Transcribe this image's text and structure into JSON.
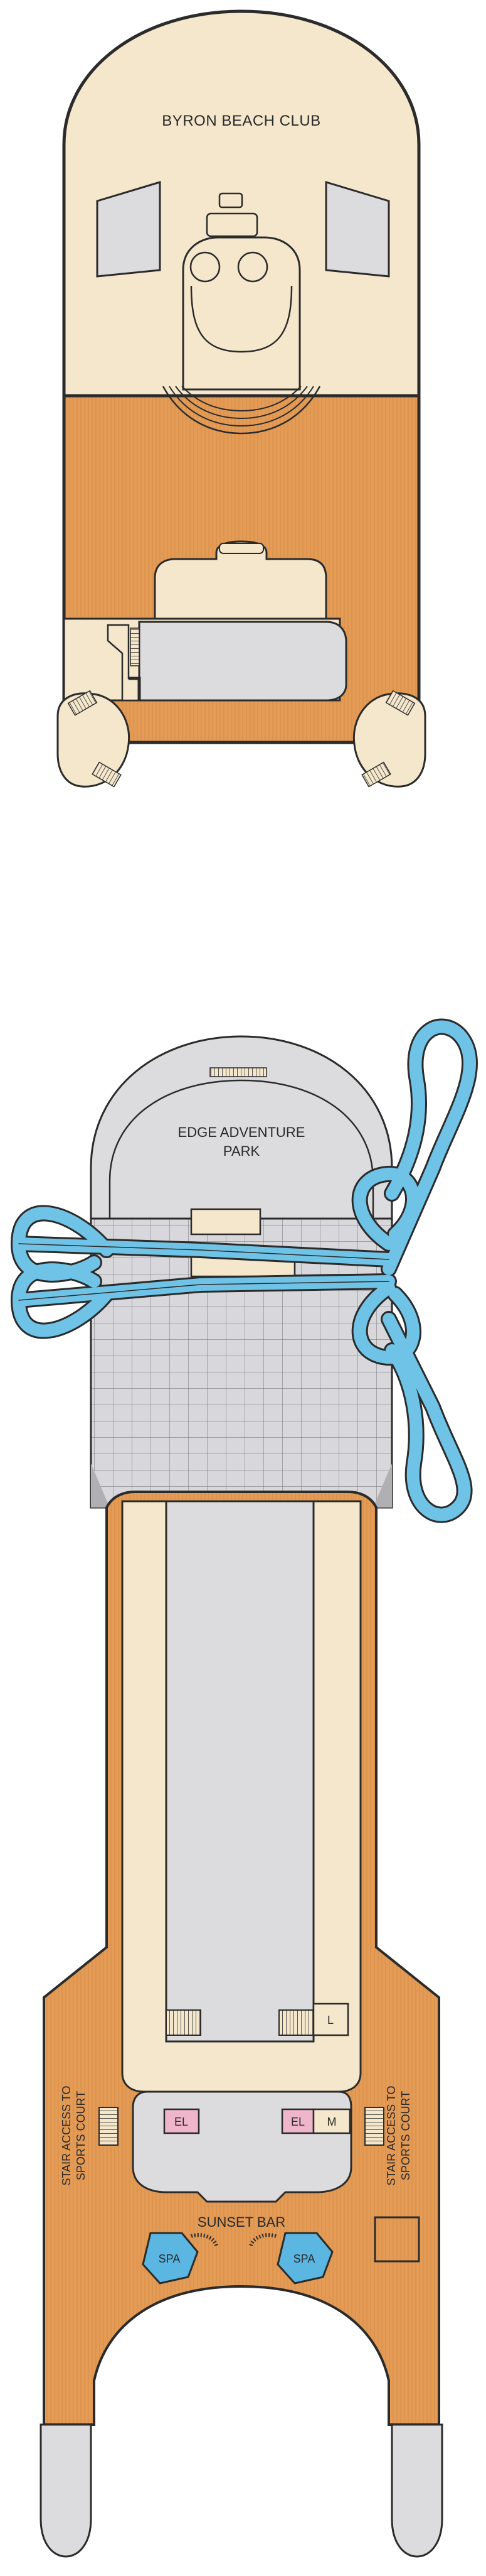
{
  "deck_upper": {
    "venue_label": "BYRON BEACH CLUB"
  },
  "deck_lower": {
    "park_label_line1": "EDGE ADVENTURE",
    "park_label_line2": "PARK",
    "sunset_bar_label": "SUNSET BAR",
    "stair_left_line1": "STAIR ACCESS TO",
    "stair_left_line2": "SPORTS COURT",
    "stair_right_line1": "STAIR ACCESS TO",
    "stair_right_line2": "SPORTS COURT",
    "spa_left_label": "SPA",
    "spa_right_label": "SPA",
    "elevator_left_label": "EL",
    "elevator_right_label": "EL",
    "restroom_men_label": "M",
    "restroom_ladies_label": "L"
  },
  "colors": {
    "deck_wood": "#E39B55",
    "interior_cream": "#F4E7CC",
    "interior_grey": "#DCDCDF",
    "outline": "#2B2B2B",
    "slide_blue": "#6FC3E6",
    "spa_blue": "#5BB7E2",
    "elevator_pink": "#EFB6CB"
  }
}
